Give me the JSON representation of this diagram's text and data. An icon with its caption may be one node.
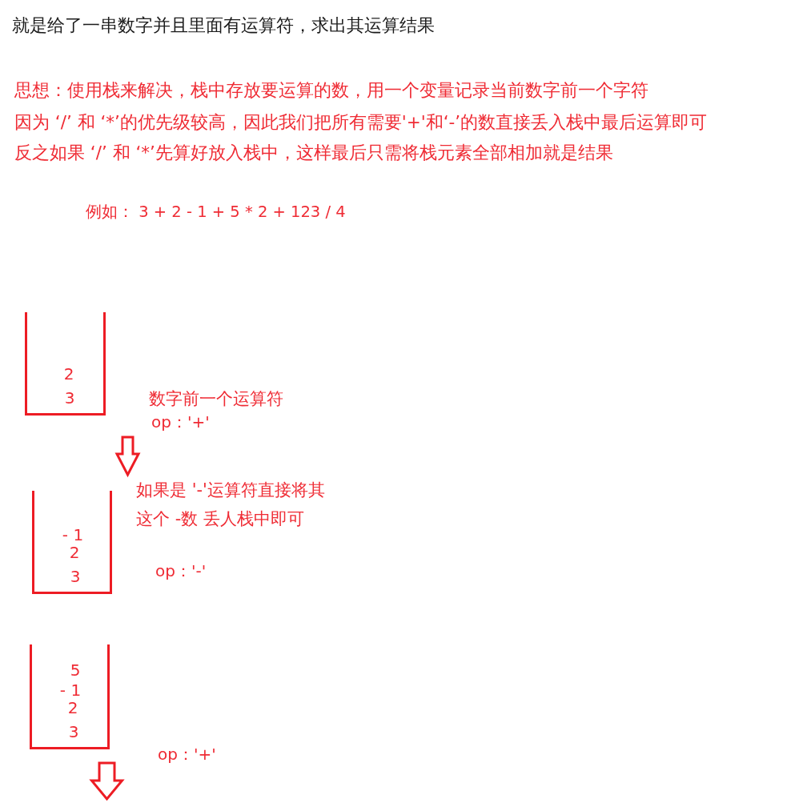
{
  "diagram": {
    "title": "就是给了一串数字并且里面有运算符，求出其运算结果",
    "nodes": [
      {
        "text": [
          "2",
          "3"
        ],
        "beside": [
          "数字前一个运算符",
          "op：'+'"
        ]
      },
      {
        "text": [
          "- 1",
          "2",
          "3"
        ],
        "beside": [
          "如果是 '-'运算符直接将其这个 -数 丢人栈中即可",
          "op：'-'"
        ]
      },
      {
        "text": [
          "5",
          "- 1",
          "2",
          "3"
        ],
        "beside": [
          "op：'+'"
        ]
      }
    ],
    "edges": [
      {
        "from": 0,
        "to": 1,
        "arrow": "to"
      },
      {
        "from": 2,
        "to": null,
        "arrow": "to"
      }
    ],
    "labels": [
      "思想：使用栈来解决，栈中存放要运算的数，用一个变量记录当前数字前一个字符",
      "因为 ‘/’ 和 ‘*’的优先级较高，因此我们把所有需要'+'和‘-’的数直接丢入栈中最后运算即可",
      "反之如果 ‘/’ 和 ‘*’先算好放入栈中，这样最后只需将栈元素全部相加就是结果",
      "例如： 3 + 2 - 1 + 5 * 2 + 123 / 4"
    ]
  }
}
